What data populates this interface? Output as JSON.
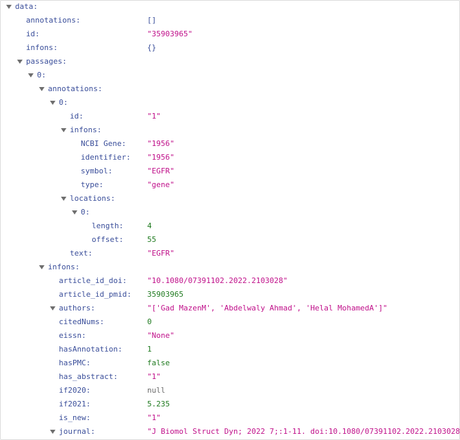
{
  "rows": [
    {
      "key": "data:",
      "depth": 0,
      "toggle": true
    },
    {
      "key": "annotations:",
      "depth": 1,
      "toggle": false,
      "value": "[]",
      "type": "obj"
    },
    {
      "key": "id:",
      "depth": 1,
      "toggle": false,
      "value": "\"35903965\"",
      "type": "str"
    },
    {
      "key": "infons:",
      "depth": 1,
      "toggle": false,
      "value": "{}",
      "type": "obj"
    },
    {
      "key": "passages:",
      "depth": 1,
      "toggle": true
    },
    {
      "key": "0:",
      "depth": 2,
      "toggle": true
    },
    {
      "key": "annotations:",
      "depth": 3,
      "toggle": true
    },
    {
      "key": "0:",
      "depth": 4,
      "toggle": true
    },
    {
      "key": "id:",
      "depth": 5,
      "toggle": false,
      "value": "\"1\"",
      "type": "str"
    },
    {
      "key": "infons:",
      "depth": 5,
      "toggle": true
    },
    {
      "key": "NCBI Gene:",
      "depth": 6,
      "toggle": false,
      "value": "\"1956\"",
      "type": "str"
    },
    {
      "key": "identifier:",
      "depth": 6,
      "toggle": false,
      "value": "\"1956\"",
      "type": "str"
    },
    {
      "key": "symbol:",
      "depth": 6,
      "toggle": false,
      "value": "\"EGFR\"",
      "type": "str"
    },
    {
      "key": "type:",
      "depth": 6,
      "toggle": false,
      "value": "\"gene\"",
      "type": "str"
    },
    {
      "key": "locations:",
      "depth": 5,
      "toggle": true
    },
    {
      "key": "0:",
      "depth": 6,
      "toggle": true
    },
    {
      "key": "length:",
      "depth": 7,
      "toggle": false,
      "value": "4",
      "type": "num"
    },
    {
      "key": "offset:",
      "depth": 7,
      "toggle": false,
      "value": "55",
      "type": "num"
    },
    {
      "key": "text:",
      "depth": 5,
      "toggle": false,
      "value": "\"EGFR\"",
      "type": "str"
    },
    {
      "key": "infons:",
      "depth": 3,
      "toggle": true
    },
    {
      "key": "article_id_doi:",
      "depth": 4,
      "toggle": false,
      "value": "\"10.1080/07391102.2022.2103028\"",
      "type": "str"
    },
    {
      "key": "article_id_pmid:",
      "depth": 4,
      "toggle": false,
      "value": "35903965",
      "type": "num"
    },
    {
      "key": "authors:",
      "depth": 4,
      "toggle": true,
      "value": "\"['Gad MazenM', 'Abdelwaly Ahmad', 'Helal MohamedA']\"",
      "type": "str"
    },
    {
      "key": "citedNums:",
      "depth": 4,
      "toggle": false,
      "value": "0",
      "type": "num"
    },
    {
      "key": "eissn:",
      "depth": 4,
      "toggle": false,
      "value": "\"None\"",
      "type": "str"
    },
    {
      "key": "hasAnnotation:",
      "depth": 4,
      "toggle": false,
      "value": "1",
      "type": "num"
    },
    {
      "key": "hasPMC:",
      "depth": 4,
      "toggle": false,
      "value": "false",
      "type": "bool"
    },
    {
      "key": "has_abstract:",
      "depth": 4,
      "toggle": false,
      "value": "\"1\"",
      "type": "str"
    },
    {
      "key": "if2020:",
      "depth": 4,
      "toggle": false,
      "value": "null",
      "type": "nul"
    },
    {
      "key": "if2021:",
      "depth": 4,
      "toggle": false,
      "value": "5.235",
      "type": "num"
    },
    {
      "key": "is_new:",
      "depth": 4,
      "toggle": false,
      "value": "\"1\"",
      "type": "str"
    },
    {
      "key": "journal:",
      "depth": 4,
      "toggle": true,
      "value": "\"J Biomol Struct Dyn; 2022 7;:1-11. doi:10.1080/07391102.2022.2103028\"",
      "type": "str"
    }
  ]
}
